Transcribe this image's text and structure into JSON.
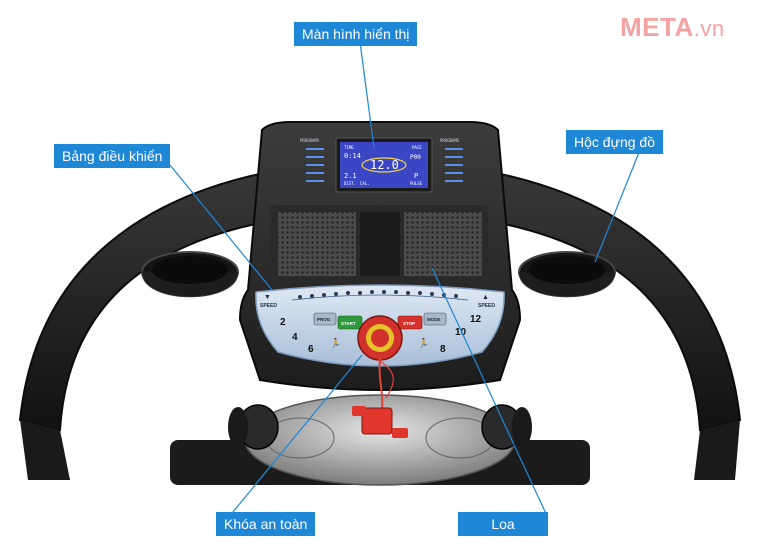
{
  "brand": {
    "name": "META",
    "suffix": ".vn",
    "color": "#f4a3a3"
  },
  "callouts": {
    "display": "Màn hình hiển thị",
    "control_panel": "Bảng điều khiển",
    "storage": "Hộc đựng đồ",
    "safety_key": "Khóa an toàn",
    "speaker": "Loa",
    "color": "#1e87d6"
  },
  "console": {
    "lcd": {
      "time_label": "TIME",
      "pace_label": "PACE",
      "time_value": "0:14",
      "main_value": "12.0",
      "pace_value": "P00",
      "dist_value": "2.1",
      "p_value": "P",
      "dist_label": "DIST.",
      "cal_label": "CAL.",
      "pulse_label": "PULSE"
    },
    "programs_left": "PROGRAMS",
    "programs_right": "PROGRAMS",
    "speed_down": "SPEED",
    "speed_up": "SPEED",
    "keys": {
      "start": "START",
      "stop": "STOP",
      "prog": "PROG",
      "mode": "MODE"
    },
    "speed_numbers": [
      "2",
      "4",
      "6",
      "8",
      "10",
      "12"
    ]
  }
}
